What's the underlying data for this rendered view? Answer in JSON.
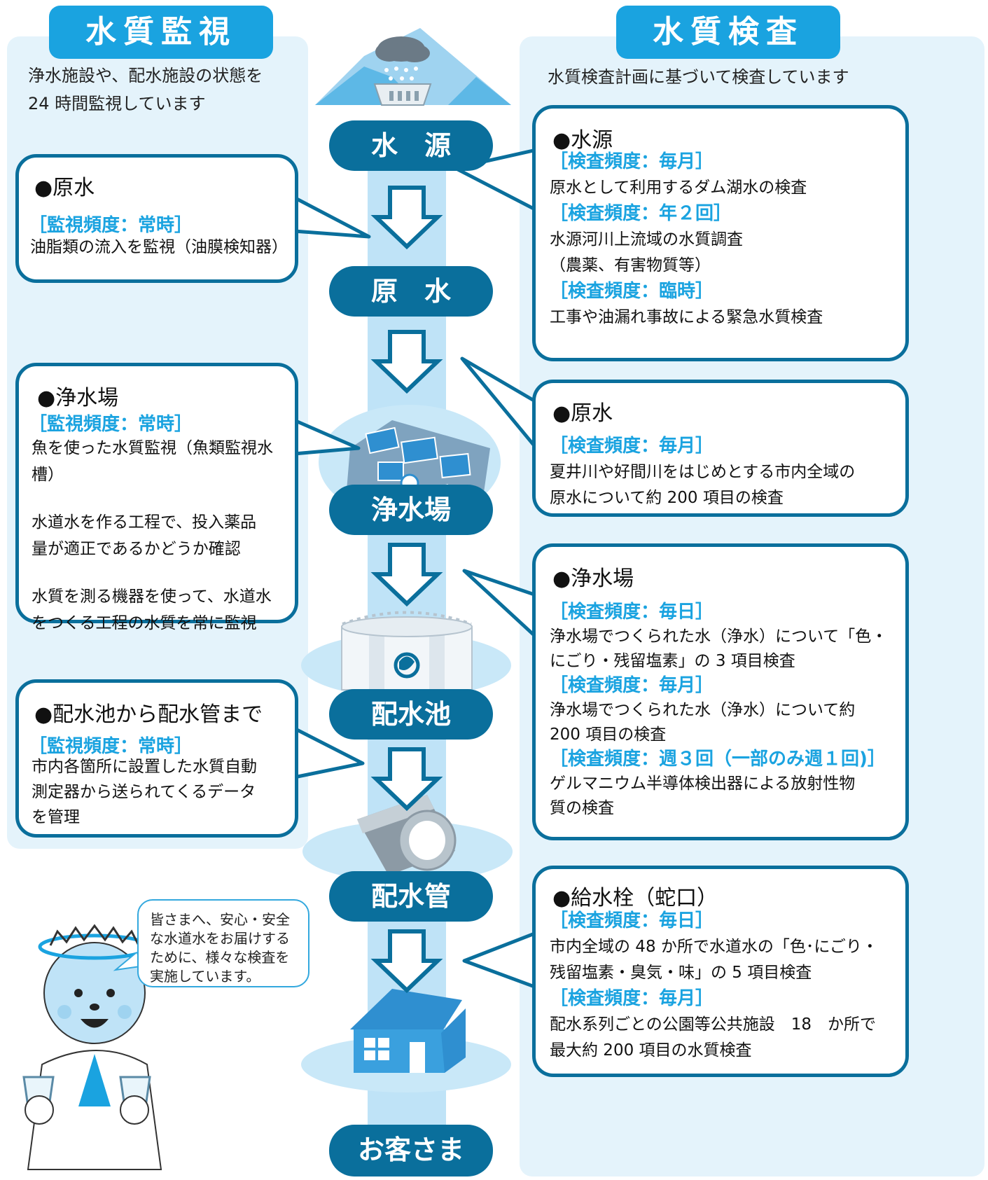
{
  "left": {
    "header": "水質監視",
    "intro": [
      "浄水施設や、配水施設の状態を",
      "24 時間監視しています"
    ],
    "boxes": [
      {
        "title": "●原水",
        "freq": "［監視頻度：常時］",
        "lines": [
          "油脂類の流入を監視（油膜検知器）"
        ]
      },
      {
        "title": "●浄水場",
        "freq": "［監視頻度：常時］",
        "lines": [
          "魚を使った水質監視（魚類監視水槽）",
          "",
          "水道水を作る工程で、投入薬品",
          "量が適正であるかどうか確認",
          "",
          "水質を測る機器を使って、水道水",
          "をつくる工程の水質を常に監視"
        ]
      },
      {
        "title": "●配水池から配水管まで",
        "freq": "［監視頻度：常時］",
        "lines": [
          "市内各箇所に設置した水質自動",
          "測定器から送られてくるデータ",
          "を管理"
        ]
      }
    ]
  },
  "right": {
    "header": "水質検査",
    "intro": "水質検査計画に基づいて検査しています",
    "boxes": [
      {
        "title": "●水源",
        "items": [
          {
            "freq": "［検査頻度：毎月］",
            "lines": [
              "原水として利用するダム湖水の検査"
            ]
          },
          {
            "freq": "［検査頻度：年２回］",
            "lines": [
              "水源河川上流域の水質調査",
              "（農薬、有害物質等）"
            ]
          },
          {
            "freq": "［検査頻度：臨時］",
            "lines": [
              "工事や油漏れ事故による緊急水質検査"
            ]
          }
        ]
      },
      {
        "title": "●原水",
        "items": [
          {
            "freq": "［検査頻度：毎月］",
            "lines": [
              "夏井川や好間川をはじめとする市内全域の",
              "原水について約 200 項目の検査"
            ]
          }
        ]
      },
      {
        "title": "●浄水場",
        "items": [
          {
            "freq": "［検査頻度：毎日］",
            "lines": [
              "浄水場でつくられた水（浄水）について「色・",
              "にごり・残留塩素」の 3 項目検査"
            ]
          },
          {
            "freq": "［検査頻度：毎月］",
            "lines": [
              "浄水場でつくられた水（浄水）について約",
              "200 項目の検査"
            ]
          },
          {
            "freq": "［検査頻度：週３回（一部のみ週１回)］",
            "lines": [
              "ゲルマニウム半導体検出器による放射性物",
              "質の検査"
            ]
          }
        ]
      },
      {
        "title": "●給水栓（蛇口）",
        "items": [
          {
            "freq": "［検査頻度：毎日］",
            "lines": [
              "市内全域の 48 か所で水道水の「色･にごり・",
              "残留塩素・臭気・味」の 5 項目検査"
            ]
          },
          {
            "freq": "［検査頻度：毎月］",
            "lines": [
              "配水系列ごとの公園等公共施設　18　か所で",
              "最大約 200 項目の水質検査"
            ]
          }
        ]
      }
    ]
  },
  "stages": [
    "水　源",
    "原　水",
    "浄水場",
    "配水池",
    "配水管",
    "お客さま"
  ],
  "mascot_bubble": [
    "皆さまへ、安心・安全",
    "な水道水をお届けする",
    "ために、様々な検査を",
    "実施しています。"
  ],
  "colors": {
    "header_blue": "#1aa3e0",
    "dark_blue": "#0a6f9c",
    "light_blue": "#bfe3f7",
    "panel_bg": "#e4f3fb"
  }
}
